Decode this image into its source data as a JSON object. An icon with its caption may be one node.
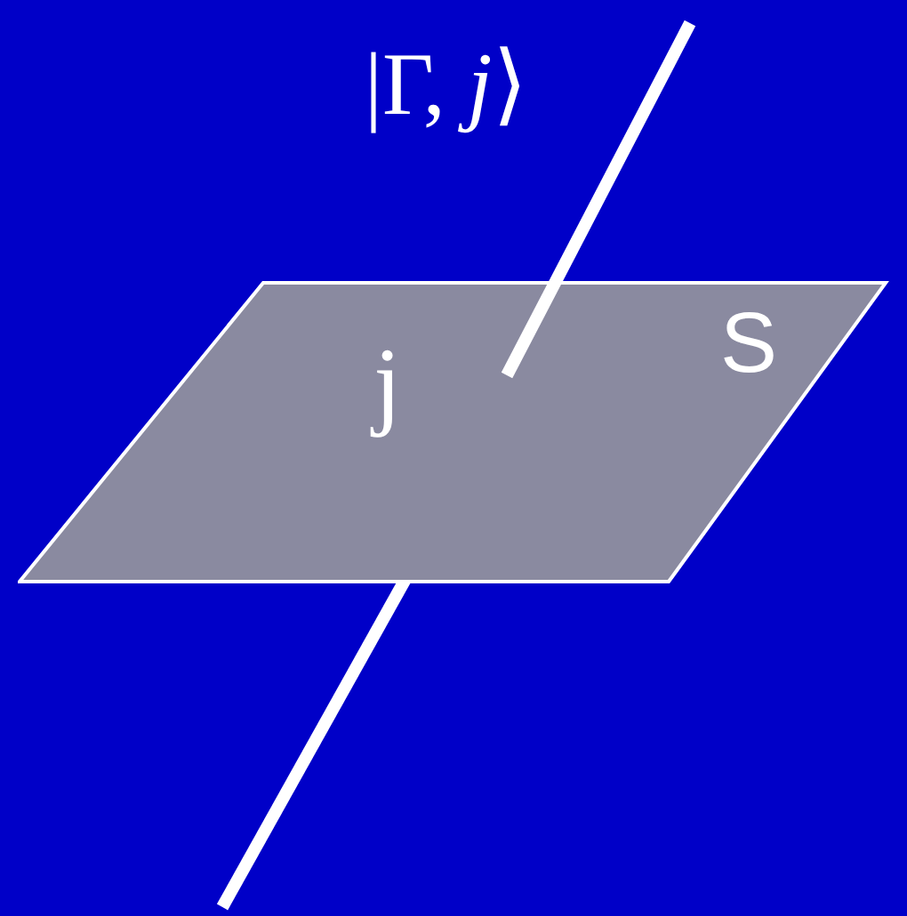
{
  "diagram": {
    "nodes": [
      {
        "text": [
          "j",
          "S"
        ]
      }
    ],
    "labels": [
      "|Γ, *j*⟩"
    ]
  }
}
